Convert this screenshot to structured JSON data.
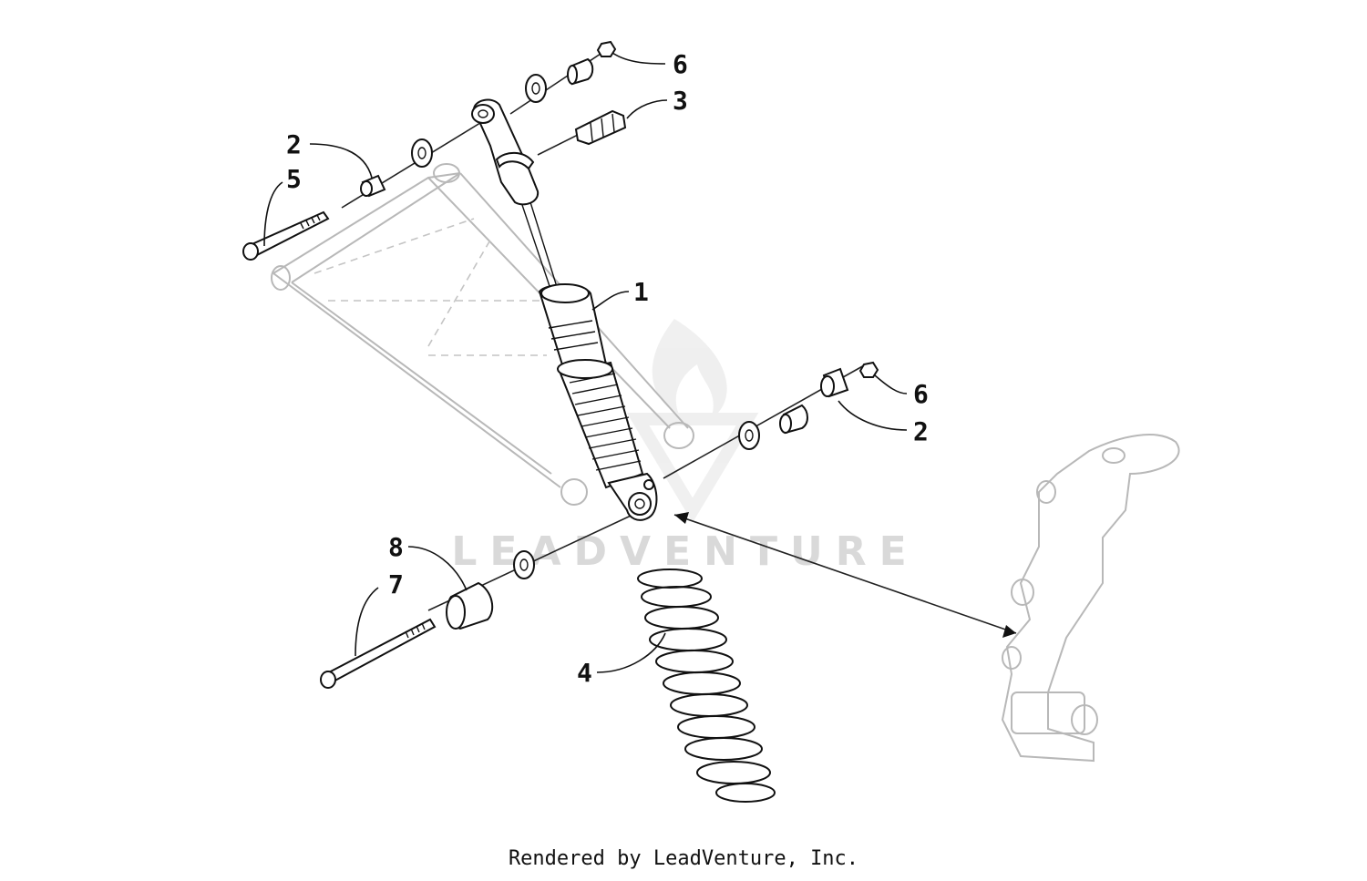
{
  "callouts": [
    {
      "id": "c6a",
      "label": "6"
    },
    {
      "id": "c3",
      "label": "3"
    },
    {
      "id": "c2a",
      "label": "2"
    },
    {
      "id": "c5",
      "label": "5"
    },
    {
      "id": "c1",
      "label": "1"
    },
    {
      "id": "c6b",
      "label": "6"
    },
    {
      "id": "c2b",
      "label": "2"
    },
    {
      "id": "c8",
      "label": "8"
    },
    {
      "id": "c7",
      "label": "7"
    },
    {
      "id": "c4",
      "label": "4"
    }
  ],
  "watermark": {
    "text": "LEADVENTURE"
  },
  "footer": {
    "credit": "Rendered by LeadVenture, Inc."
  },
  "colors": {
    "line": "#111111",
    "ghost": "#b8b8b8",
    "watermark": "#d9d9d9"
  }
}
